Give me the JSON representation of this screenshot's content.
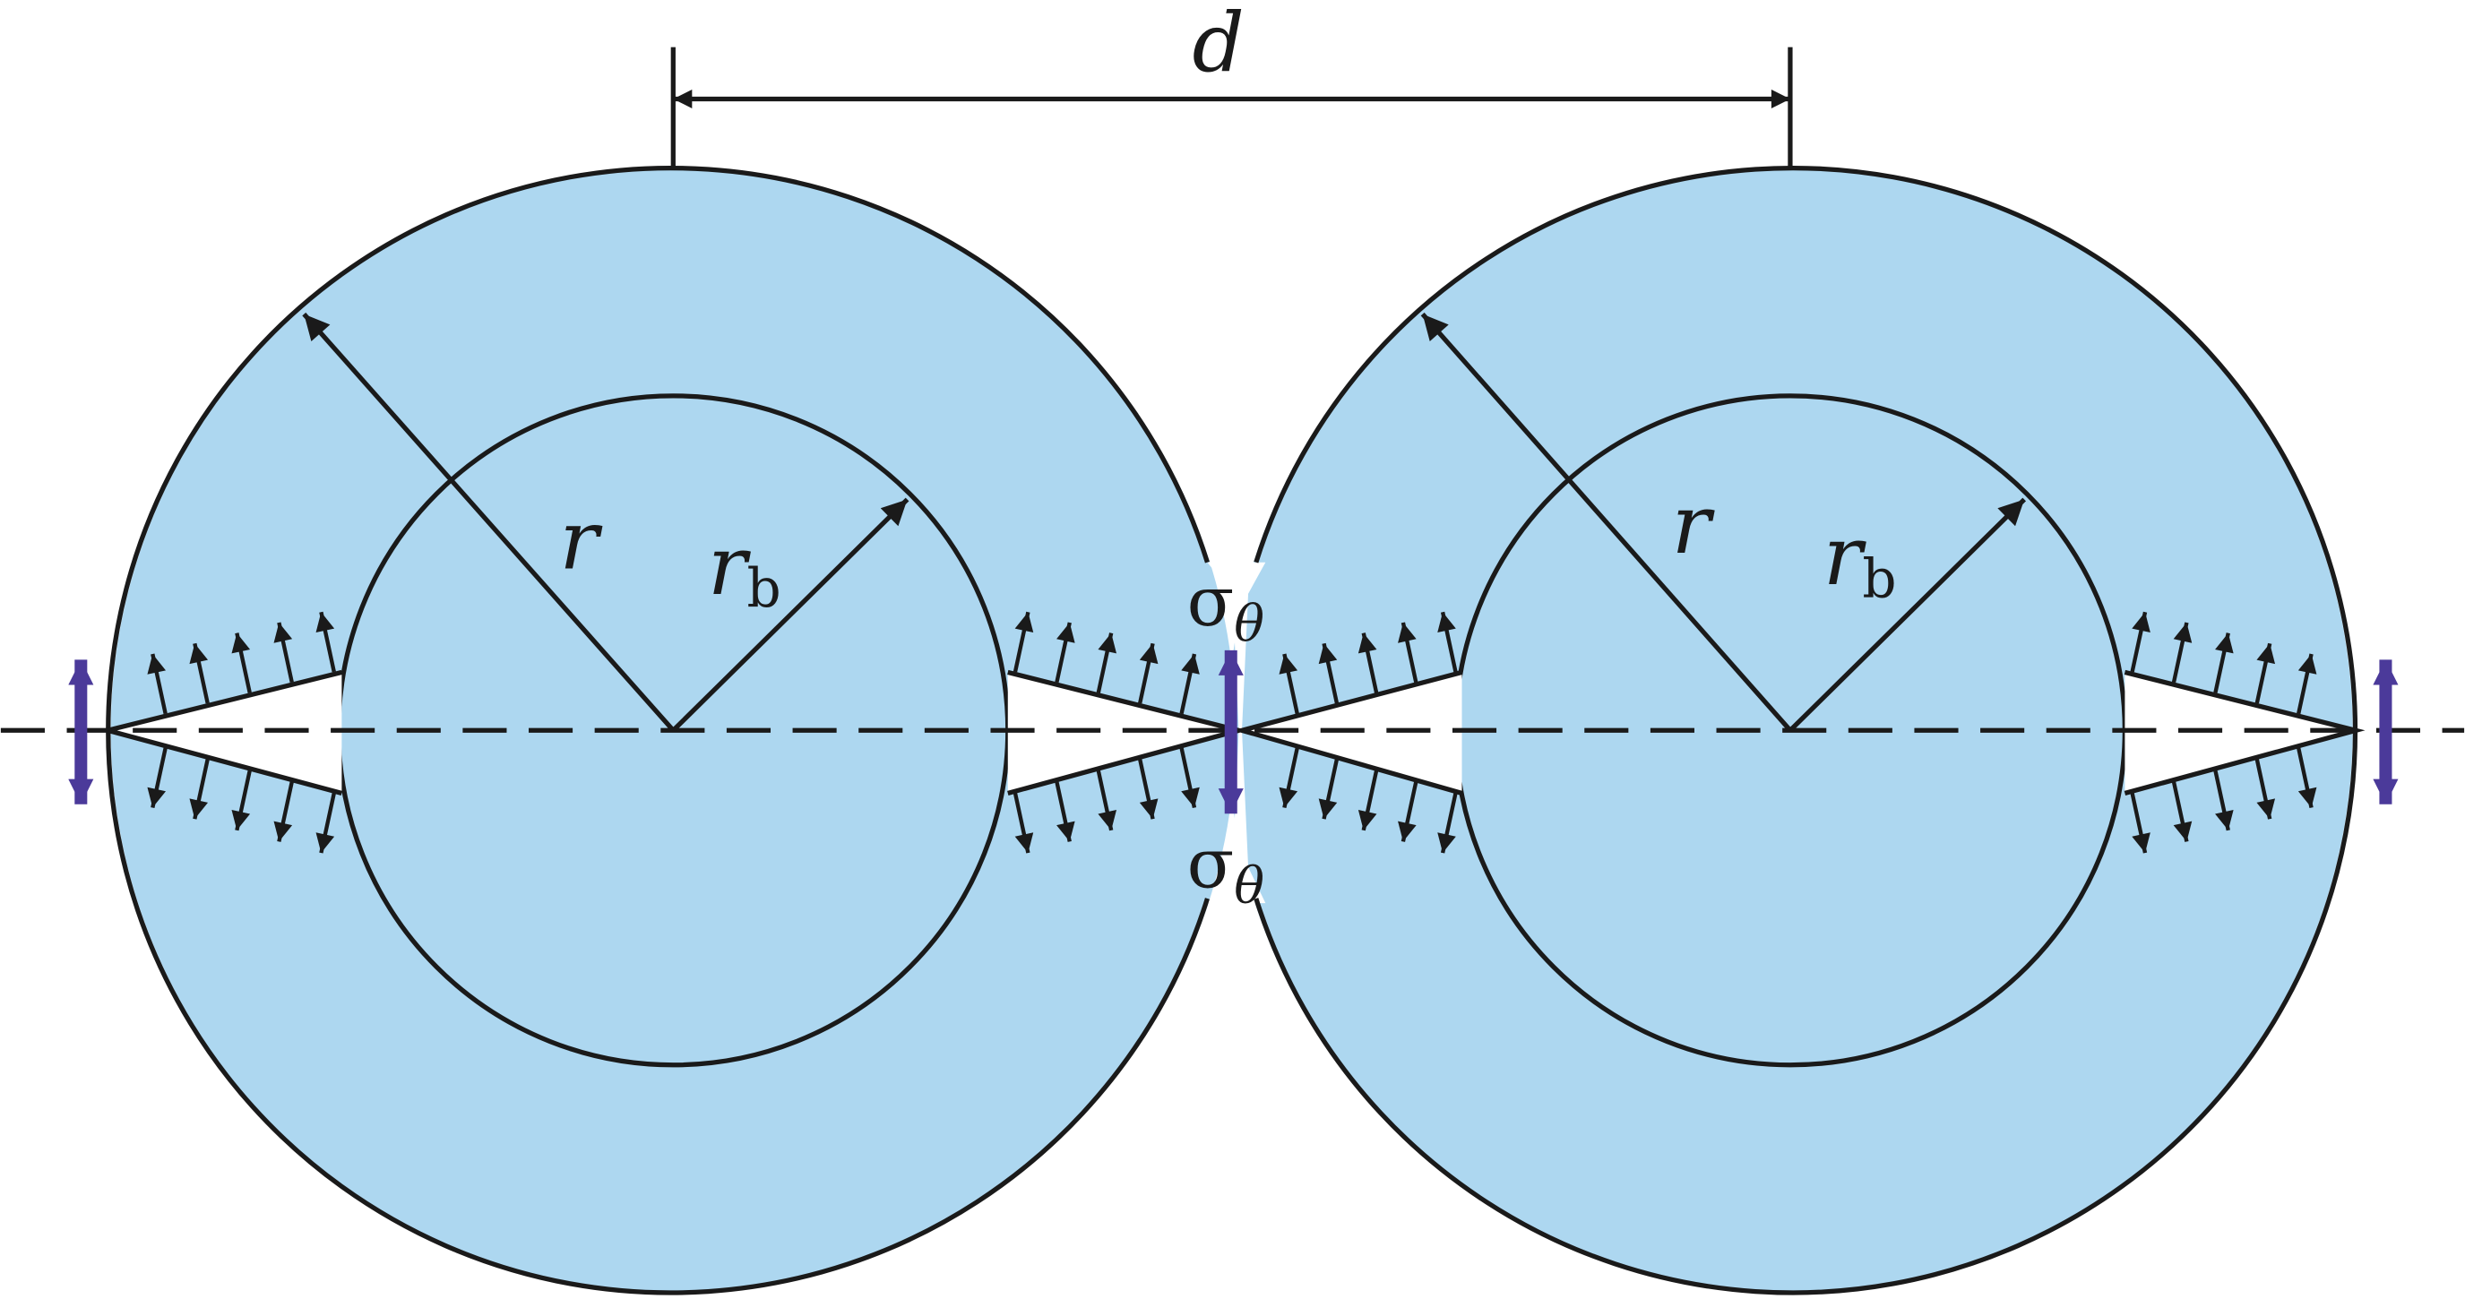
{
  "labels": {
    "distance": "d",
    "outer_radius": "r",
    "bore_radius_symbol": "r",
    "bore_radius_subscript": "b",
    "stress_symbol": "σ",
    "stress_subscript": "θ"
  },
  "colors": {
    "zone_fill": "#ADD7F0",
    "line": "#1a1a1a",
    "stress_arrow": "#4B3A9A",
    "background": "#ffffff"
  }
}
